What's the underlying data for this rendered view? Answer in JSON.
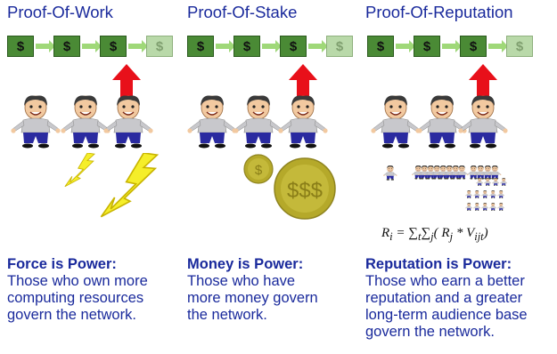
{
  "panels": [
    {
      "title": "Proof-Of-Work",
      "blocks": [
        "$",
        "$",
        "$",
        "$"
      ],
      "caption_bold": "Force is Power:",
      "caption_lines": [
        "Those who own more",
        "computing resources",
        "govern the network."
      ]
    },
    {
      "title": "Proof-Of-Stake",
      "blocks": [
        "$",
        "$",
        "$",
        "$"
      ],
      "coins": [
        "$",
        "$$$"
      ],
      "caption_bold": "Money is Power:",
      "caption_lines": [
        "Those who have",
        "more money govern",
        "the network."
      ]
    },
    {
      "title": "Proof-Of-Reputation",
      "blocks": [
        "$",
        "$",
        "$",
        "$"
      ],
      "caption_bold": "Reputation is Power:",
      "caption_lines": [
        "Those who earn a better",
        "reputation and a greater",
        "long-term audience base",
        "govern the network."
      ]
    }
  ],
  "formula": "R_i = Σ_t Σ_j (R_j * V_ijt)",
  "icons": [
    "dollar-block-icon",
    "red-up-arrow-icon",
    "person-icon",
    "lightning-bolt-icon",
    "coin-icon",
    "mini-person-icon"
  ],
  "colors": {
    "title_text": "#1a2a9c",
    "block_green": "#4a8a35",
    "block_pending": "#b9d9a9",
    "link_green": "#9fd878",
    "arrow_red": "#e8101a",
    "bolt_yellow": "#f5ee2a",
    "coin_gold": "#b5a92a"
  }
}
